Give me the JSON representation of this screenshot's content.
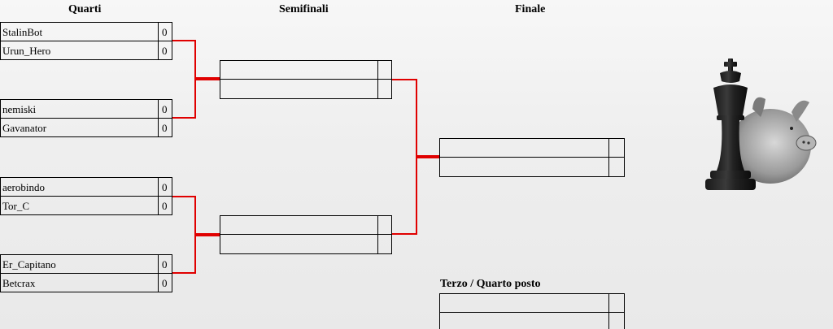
{
  "headings": {
    "quarti": "Quarti",
    "semifinali": "Semifinali",
    "finale": "Finale",
    "terzo_quarto": "Terzo / Quarto posto"
  },
  "quarterfinals": [
    {
      "top": {
        "name": "StalinBot",
        "score": "0"
      },
      "bottom": {
        "name": "Urun_Hero",
        "score": "0"
      }
    },
    {
      "top": {
        "name": "nemiski",
        "score": "0"
      },
      "bottom": {
        "name": "Gavanator",
        "score": "0"
      }
    },
    {
      "top": {
        "name": "aerobindo",
        "score": "0"
      },
      "bottom": {
        "name": "Tor_C",
        "score": "0"
      }
    },
    {
      "top": {
        "name": "Er_Capitano",
        "score": "0"
      },
      "bottom": {
        "name": "Betcrax",
        "score": "0"
      }
    }
  ],
  "semifinals": [
    {
      "top": {
        "name": "",
        "score": ""
      },
      "bottom": {
        "name": "",
        "score": ""
      }
    },
    {
      "top": {
        "name": "",
        "score": ""
      },
      "bottom": {
        "name": "",
        "score": ""
      }
    }
  ],
  "final": {
    "top": {
      "name": "",
      "score": ""
    },
    "bottom": {
      "name": "",
      "score": ""
    }
  },
  "third_place": {
    "top": {
      "name": "",
      "score": ""
    },
    "bottom": {
      "name": "",
      "score": ""
    }
  },
  "colors": {
    "connector": "#e00000",
    "border": "#000000"
  },
  "artwork": "chess-king-pig-image"
}
